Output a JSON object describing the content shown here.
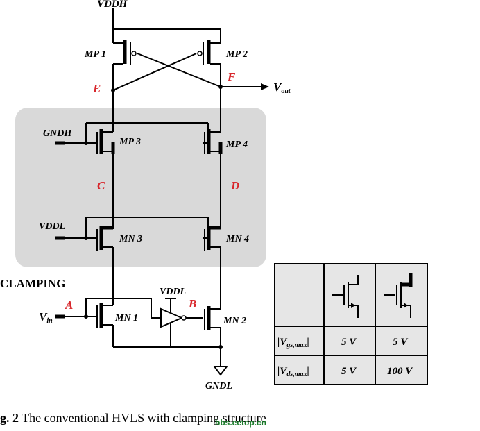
{
  "labels": {
    "vddh": "VDDH",
    "mp1": "MP 1",
    "mp2": "MP 2",
    "mp3": "MP 3",
    "mp4": "MP 4",
    "mn3": "MN 3",
    "mn4": "MN 4",
    "mn1": "MN 1",
    "mn2": "MN 2",
    "gndh": "GNDH",
    "vddl_left": "VDDL",
    "vddl_inv": "VDDL",
    "gndl": "GNDL",
    "clamping": "CLAMPING",
    "vout": "V",
    "vout_sub": "out",
    "vin": "V",
    "vin_sub": "in"
  },
  "nodes": {
    "a": "A",
    "b": "B",
    "c": "C",
    "d": "D",
    "e": "E",
    "f": "F"
  },
  "table": {
    "row1_label": "|V",
    "row1_sub": "gs,max",
    "row1_tail": "|",
    "row2_label": "|V",
    "row2_sub": "ds,max",
    "row2_tail": "|",
    "r1c2": "5 V",
    "r1c3": "5 V",
    "r2c2": "5 V",
    "r2c3": "100 V"
  },
  "caption": {
    "prefix": "g. 2",
    "text": " The conventional HVLS with clamping structure"
  },
  "watermark": "bbs.eetop.cn",
  "colors": {
    "node_label": "#d8262b",
    "clamp_box": "#d9d9d9",
    "table_bg": "#e6e6e6"
  }
}
